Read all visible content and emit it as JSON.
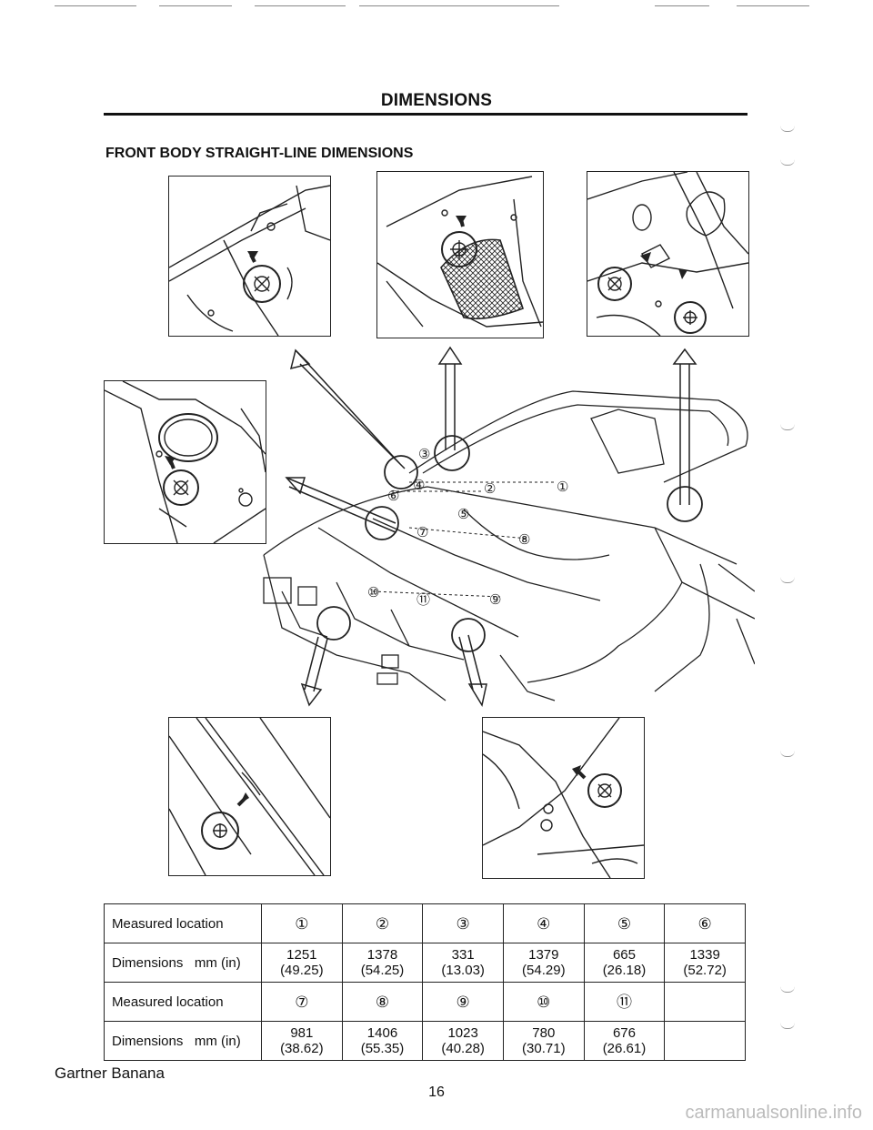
{
  "header": {
    "title": "DIMENSIONS"
  },
  "section": {
    "title": "FRONT BODY STRAIGHT-LINE DIMENSIONS"
  },
  "figure": {
    "callouts": [
      "①",
      "②",
      "③",
      "④",
      "⑤",
      "⑥",
      "⑦",
      "⑧",
      "⑨",
      "⑩",
      "⑪"
    ]
  },
  "table": {
    "rows": [
      {
        "label": "Measured location",
        "cells": [
          "①",
          "②",
          "③",
          "④",
          "⑤",
          "⑥"
        ]
      },
      {
        "label": "Dimensions   mm (in)",
        "cells": [
          [
            "1251",
            "(49.25)"
          ],
          [
            "1378",
            "(54.25)"
          ],
          [
            "331",
            "(13.03)"
          ],
          [
            "1379",
            "(54.29)"
          ],
          [
            "665",
            "(26.18)"
          ],
          [
            "1339",
            "(52.72)"
          ]
        ]
      },
      {
        "label": "Measured location",
        "cells": [
          "⑦",
          "⑧",
          "⑨",
          "⑩",
          "⑪",
          ""
        ]
      },
      {
        "label": "Dimensions   mm (in)",
        "cells": [
          [
            "981",
            "(38.62)"
          ],
          [
            "1406",
            "(55.35)"
          ],
          [
            "1023",
            "(40.28)"
          ],
          [
            "780",
            "(30.71)"
          ],
          [
            "676",
            "(26.61)"
          ],
          ""
        ]
      }
    ]
  },
  "footer": {
    "left": "Gartner Banana",
    "page": "16"
  },
  "watermark": "carmanualsonline.info"
}
